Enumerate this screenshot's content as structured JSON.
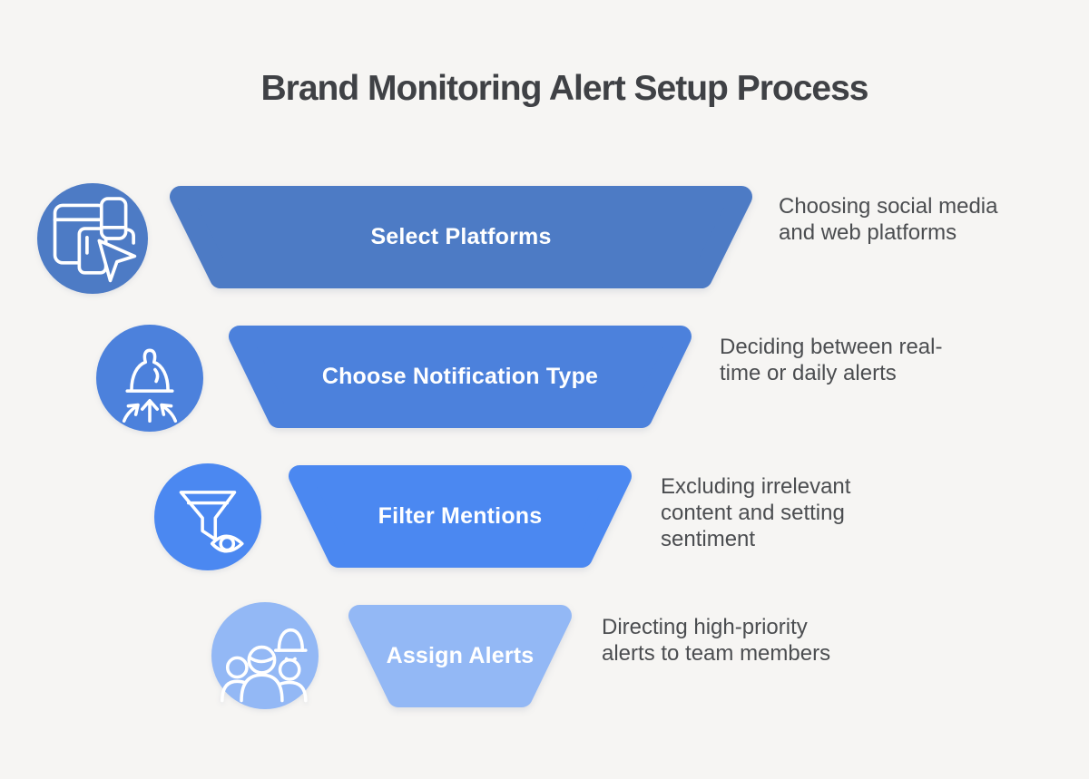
{
  "title": "Brand Monitoring Alert Setup Process",
  "background_color": "#f6f5f3",
  "title_color": "#3f4145",
  "description_color": "#4b4d50",
  "label_text_color": "#ffffff",
  "stages": [
    {
      "label": "Select Platforms",
      "description": "Choosing social media\nand web platforms",
      "color": "#4d7bc5",
      "icon": "devices-cursor-icon"
    },
    {
      "label": "Choose Notification Type",
      "description": "Deciding between real-\ntime or daily alerts",
      "color": "#4c81dc",
      "icon": "bell-incoming-arrows-icon"
    },
    {
      "label": "Filter Mentions",
      "description": "Excluding irrelevant\ncontent and setting\nsentiment",
      "color": "#4b88f1",
      "icon": "funnel-eye-icon"
    },
    {
      "label": "Assign Alerts",
      "description": "Directing high-priority\nalerts to team members",
      "color": "#93b8f5",
      "icon": "team-bell-icon"
    }
  ]
}
